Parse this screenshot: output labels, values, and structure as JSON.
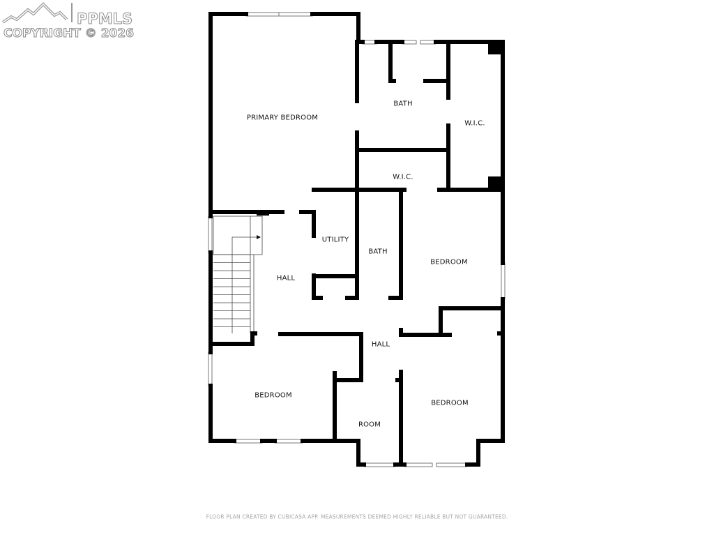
{
  "watermark": {
    "brand": "PPMLS",
    "copyright": "COPYRIGHT © 2026"
  },
  "rooms": {
    "primary_bedroom": "PRIMARY BEDROOM",
    "bath_primary": "BATH",
    "wic_right": "W.I.C.",
    "wic_center": "W.I.C.",
    "utility": "UTILITY",
    "bath_hall": "BATH",
    "hall_upper": "HALL",
    "hall_lower": "HALL",
    "bedroom_right_upper": "BEDROOM",
    "bedroom_left": "BEDROOM",
    "bedroom_right_lower": "BEDROOM",
    "room": "ROOM"
  },
  "footer": "FLOOR PLAN CREATED BY CUBICASA APP. MEASUREMENTS DEEMED HIGHLY RELIABLE BUT NOT GUARANTEED."
}
